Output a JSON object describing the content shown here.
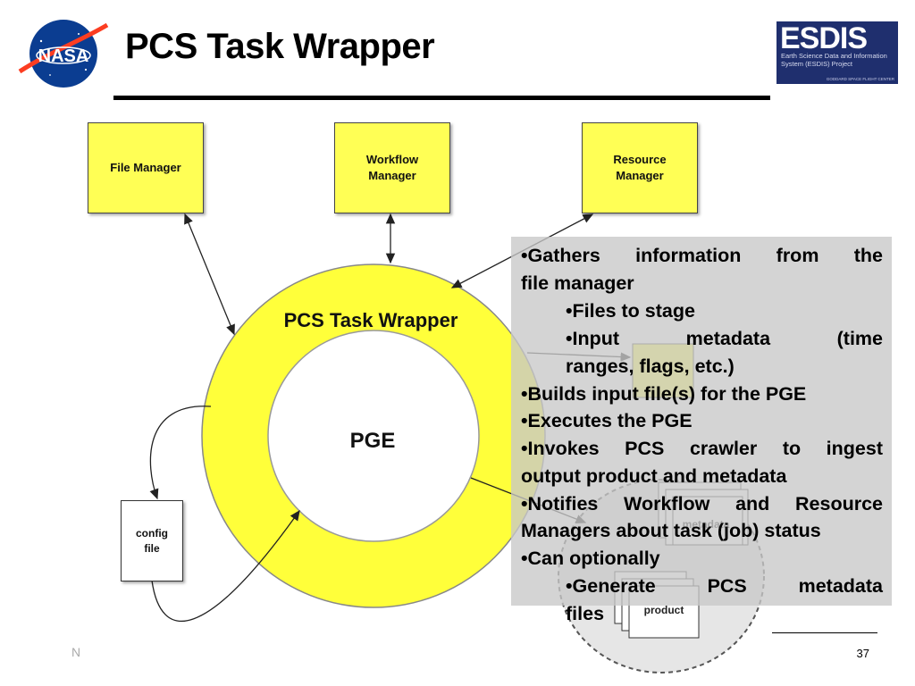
{
  "slide": {
    "title": "PCS Task Wrapper",
    "slide_number": "37",
    "footer_fragment": "N"
  },
  "logos": {
    "nasa_text": "NASA",
    "esdis_big": "ESDIS",
    "esdis_sub": "Earth Science Data and Information System (ESDIS) Project",
    "esdis_tiny": "GODDARD SPACE FLIGHT CENTER"
  },
  "diagram": {
    "boxes": {
      "file_manager": "File Manager",
      "workflow_manager_1": "Workflow",
      "workflow_manager_2": "Manager",
      "resource_manager_1": "Resource",
      "resource_manager_2": "Manager",
      "config_file_1": "config",
      "config_file_2": "file"
    },
    "ring_label": "PCS Task Wrapper",
    "center_label": "PGE",
    "stack_metadata": "metadata",
    "stack_product": "product",
    "colors": {
      "ring_yellow": "#ffff3a",
      "box_yellow": "#ffff55",
      "overlay_gray": "#c8c8c8"
    }
  },
  "bullets": [
    {
      "text": "•Gathers information from the"
    },
    {
      "text": "file manager"
    },
    {
      "text": "•Files to stage"
    },
    {
      "text": "•Input metadata (time"
    },
    {
      "text": "ranges, flags, etc.)"
    },
    {
      "text": "•Builds input file(s) for the PGE"
    },
    {
      "text": "•Executes the PGE"
    },
    {
      "text": "•Invokes PCS crawler to ingest"
    },
    {
      "text": "output product and metadata"
    },
    {
      "text": "•Notifies Workflow and Resource"
    },
    {
      "text": "Managers about task (job) status"
    },
    {
      "text": "•Can optionally"
    },
    {
      "text": "•Generate PCS metadata"
    },
    {
      "text": "files"
    }
  ]
}
